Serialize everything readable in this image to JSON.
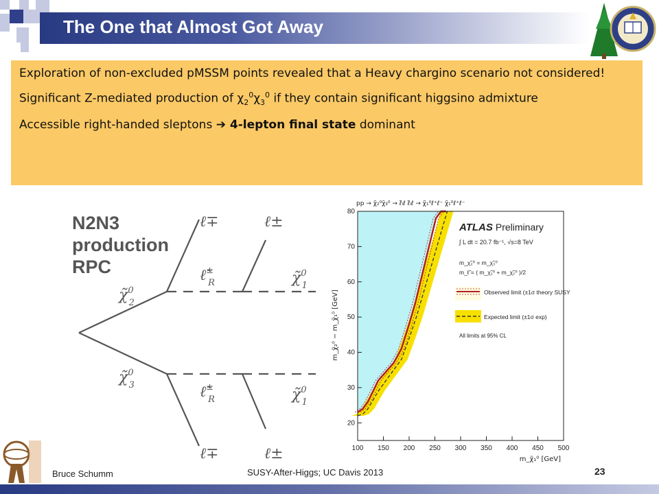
{
  "slide": {
    "title": "The One that Almost Got Away",
    "bullets": [
      {
        "text": "Exploration of non-excluded pMSSM points revealed that a Heavy chargino scenario not considered!"
      },
      {
        "pre": "Significant Z-mediated production of ",
        "chi": "χ",
        "sub1": "2",
        "sup1": "0",
        "sub2": "3",
        "sup2": "0",
        "post": " if they contain significant higgsino admixture"
      },
      {
        "pre": "Accessible right-handed sleptons ",
        "arrow": "➔",
        "bold": " 4-lepton final state",
        "post": " dominant"
      }
    ],
    "footer": {
      "author": "Bruce Schumm",
      "conference": "SUSY-After-Higgs; UC Davis 2013",
      "page": "23"
    }
  },
  "feynman": {
    "label_lines": [
      "N2N3",
      "production",
      "RPC"
    ],
    "chi2": "χ̃",
    "chi2_sub": "2",
    "chi2_sup": "0",
    "chi3_sub": "3",
    "chi3_sup": "0",
    "chi1_sub": "1",
    "chi1_sup": "0",
    "lep_mp": "ℓ∓",
    "lep_pm": "ℓ±",
    "slep": "ℓ̃",
    "slep_sup": "±",
    "slep_sub": "R"
  },
  "chart_data": {
    "type": "line",
    "process": "pp → χ̃₂⁰χ̃₃⁰ → ℓ̃ₗℓ ℓ̃ₗℓ → χ̃₁⁰ℓ⁺ℓ⁻ χ̃₁⁰ℓ⁺ℓ⁻",
    "xlabel": "m_χ̃₁⁰ [GeV]",
    "ylabel": "m_χ̃₂⁰ − m_χ̃₁⁰ [GeV]",
    "xlim": [
      100,
      500
    ],
    "ylim": [
      15,
      80
    ],
    "x_ticks": [
      "100",
      "150",
      "200",
      "250",
      "300",
      "350",
      "400",
      "450",
      "500"
    ],
    "y_ticks": [
      "20",
      "30",
      "40",
      "50",
      "60",
      "70",
      "80"
    ],
    "legend": {
      "experiment": "ATLAS",
      "status": "Preliminary",
      "lumi": "∫ L dt = 20.7 fb⁻¹, √s=8 TeV",
      "mass_lines": [
        "m_χ̃₂⁰ = m_χ̃₃⁰",
        "m_ℓ̃ = ( m_χ̃₁⁰ + m_χ̃₂⁰ )/2"
      ],
      "observed": "Observed limit (±1σ theory SUSY)",
      "expected": "Expected limit (±1σ exp)",
      "note": "All limits at 95% CL"
    },
    "colors": {
      "excluded": "#bdf3f6",
      "observed": "#b01e1e",
      "band": "#f7e000",
      "expected": "#333333"
    },
    "series": [
      {
        "name": "Observed limit",
        "x": [
          100,
          110,
          120,
          140,
          155,
          170,
          185,
          200,
          212,
          222,
          232,
          242,
          252,
          262,
          272
        ],
        "y": [
          23,
          24,
          26,
          32,
          34.5,
          37,
          41,
          48,
          54,
          60,
          66,
          72,
          78,
          80,
          80
        ]
      },
      {
        "name": "Expected limit",
        "x": [
          100,
          110,
          120,
          140,
          155,
          170,
          185,
          200,
          214,
          226,
          238,
          250,
          262,
          274,
          282
        ],
        "y": [
          22,
          22.5,
          24,
          29,
          32,
          35,
          38,
          44,
          50,
          56,
          62,
          68,
          74,
          80,
          80
        ]
      }
    ]
  }
}
